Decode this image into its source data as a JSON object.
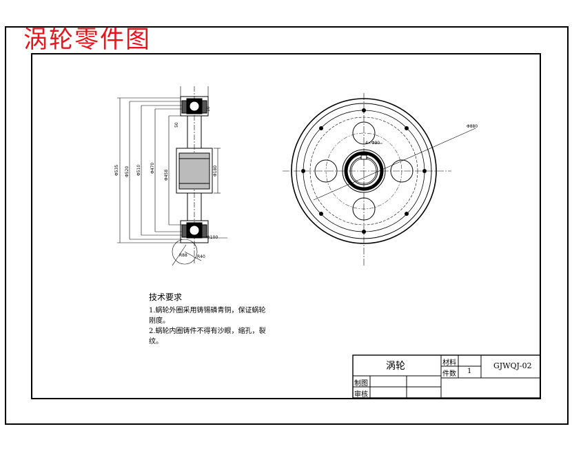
{
  "title": "涡轮零件图",
  "requirements": {
    "heading": "技术要求",
    "items": [
      "1.蜗轮外圈采用铸锡磷青铜，保证蜗轮",
      "刚度。",
      "2.蜗轮内圈铸件不得有沙眼，缩孔，裂",
      "纹。"
    ]
  },
  "title_block": {
    "part_name": "涡轮",
    "material_label": "材料",
    "quantity_label": "件数",
    "quantity_value": "1",
    "drawing_no": "GJWQJ-02",
    "drawn_by_label": "制图",
    "checked_by_label": "审核"
  },
  "dimensions": {
    "side": [
      "Φ535",
      "Φ520",
      "Φ510",
      "Φ470",
      "Φ458",
      "Φ180",
      "Φ100",
      "R88",
      "R40",
      "50",
      "10"
    ],
    "front": [
      "Φ880",
      "4×Φ90"
    ]
  },
  "colors": {
    "title": "#e8141c",
    "line": "#000000"
  }
}
